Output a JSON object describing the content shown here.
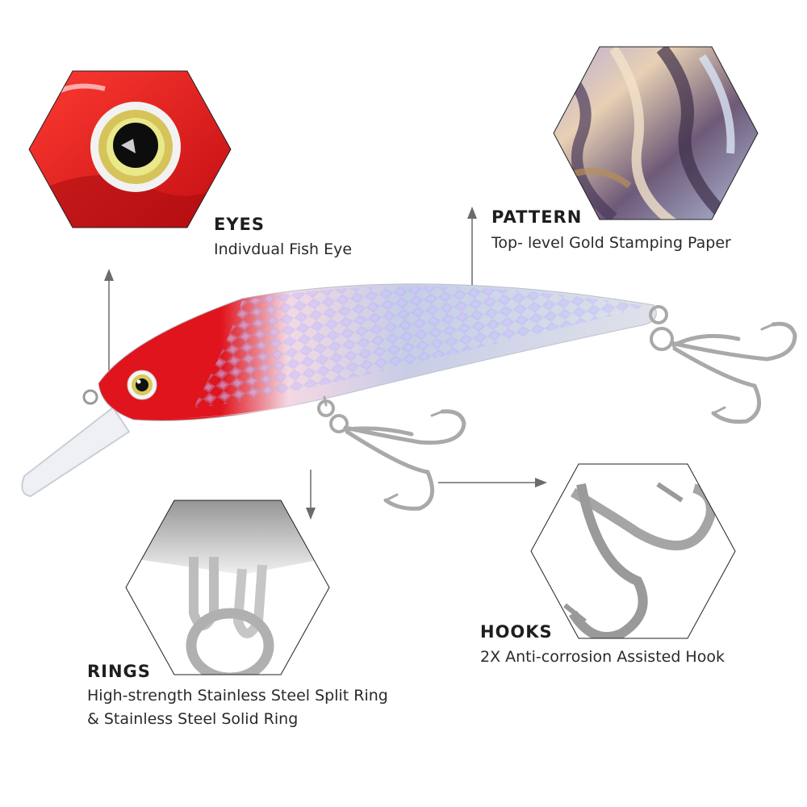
{
  "features": {
    "eyes": {
      "title": "EYES",
      "desc": "Indivdual Fish Eye"
    },
    "pattern": {
      "title": "PATTERN",
      "desc": "Top- level Gold Stamping Paper"
    },
    "rings": {
      "title": "RINGS",
      "desc_line1": "High-strength Stainless Steel Split Ring",
      "desc_line2": "& Stainless Steel Solid Ring"
    },
    "hooks": {
      "title": "HOOKS",
      "desc": "2X Anti-corrosion Assisted Hook"
    }
  },
  "colors": {
    "head_red": "#e0141c",
    "body_silver": "#cfd3e0",
    "arrow_gray": "#6b6b6b",
    "hook_silver": "#a9a9a9"
  }
}
